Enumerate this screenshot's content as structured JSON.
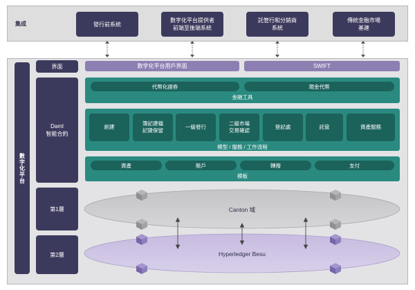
{
  "integration": {
    "label": "集成",
    "boxes": [
      "發行前系統",
      "數字化平台提供者\n前端至後端系統",
      "託管行和分銷商\n系統",
      "傳統金融市場\n基建"
    ]
  },
  "sidebar": {
    "label": "數字化平台"
  },
  "rows": {
    "interface": "界面",
    "daml": "Daml\n智能合約",
    "layer1": "第1層",
    "layer2": "第2層"
  },
  "interface_bars": [
    "數字化平台用戶界面",
    "SWIFT"
  ],
  "financial_tools": {
    "items": [
      "代幣化證券",
      "現金代幣"
    ],
    "caption": "金融工具"
  },
  "workflow": {
    "items": [
      "創建",
      "簿記建檔\n記錄保留",
      "一級發行",
      "二級市場\n交易確認",
      "登記處",
      "託管",
      "資產服務"
    ],
    "caption": "模型 / 服務 / 工作流程"
  },
  "templates": {
    "items": [
      "資產",
      "賬戶",
      "轉撥",
      "支付"
    ],
    "caption": "模板"
  },
  "networks": {
    "canton": "Canton 域",
    "besu": "Hyperledger Besu"
  },
  "colors": {
    "navy": "#3c3a5c",
    "purple": "#8d7fb2",
    "teal": "#2a8a80",
    "teal_dark": "#1b625b",
    "canton_fill": "#c8c8ca",
    "besu_fill": "#cdc3e2"
  }
}
